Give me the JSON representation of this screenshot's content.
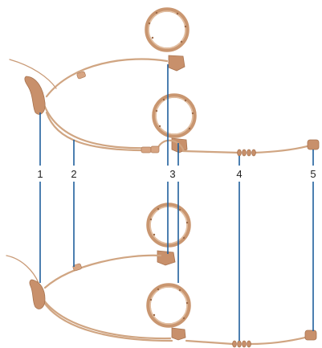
{
  "callouts": [
    {
      "id": "1",
      "label": "1"
    },
    {
      "id": "2",
      "label": "2"
    },
    {
      "id": "3",
      "label": "3"
    },
    {
      "id": "4",
      "label": "4"
    },
    {
      "id": "5",
      "label": "5"
    }
  ],
  "colors": {
    "headset_skin": "#c8906b",
    "leader_line": "#1f5f9c",
    "label_text": "#222222"
  }
}
